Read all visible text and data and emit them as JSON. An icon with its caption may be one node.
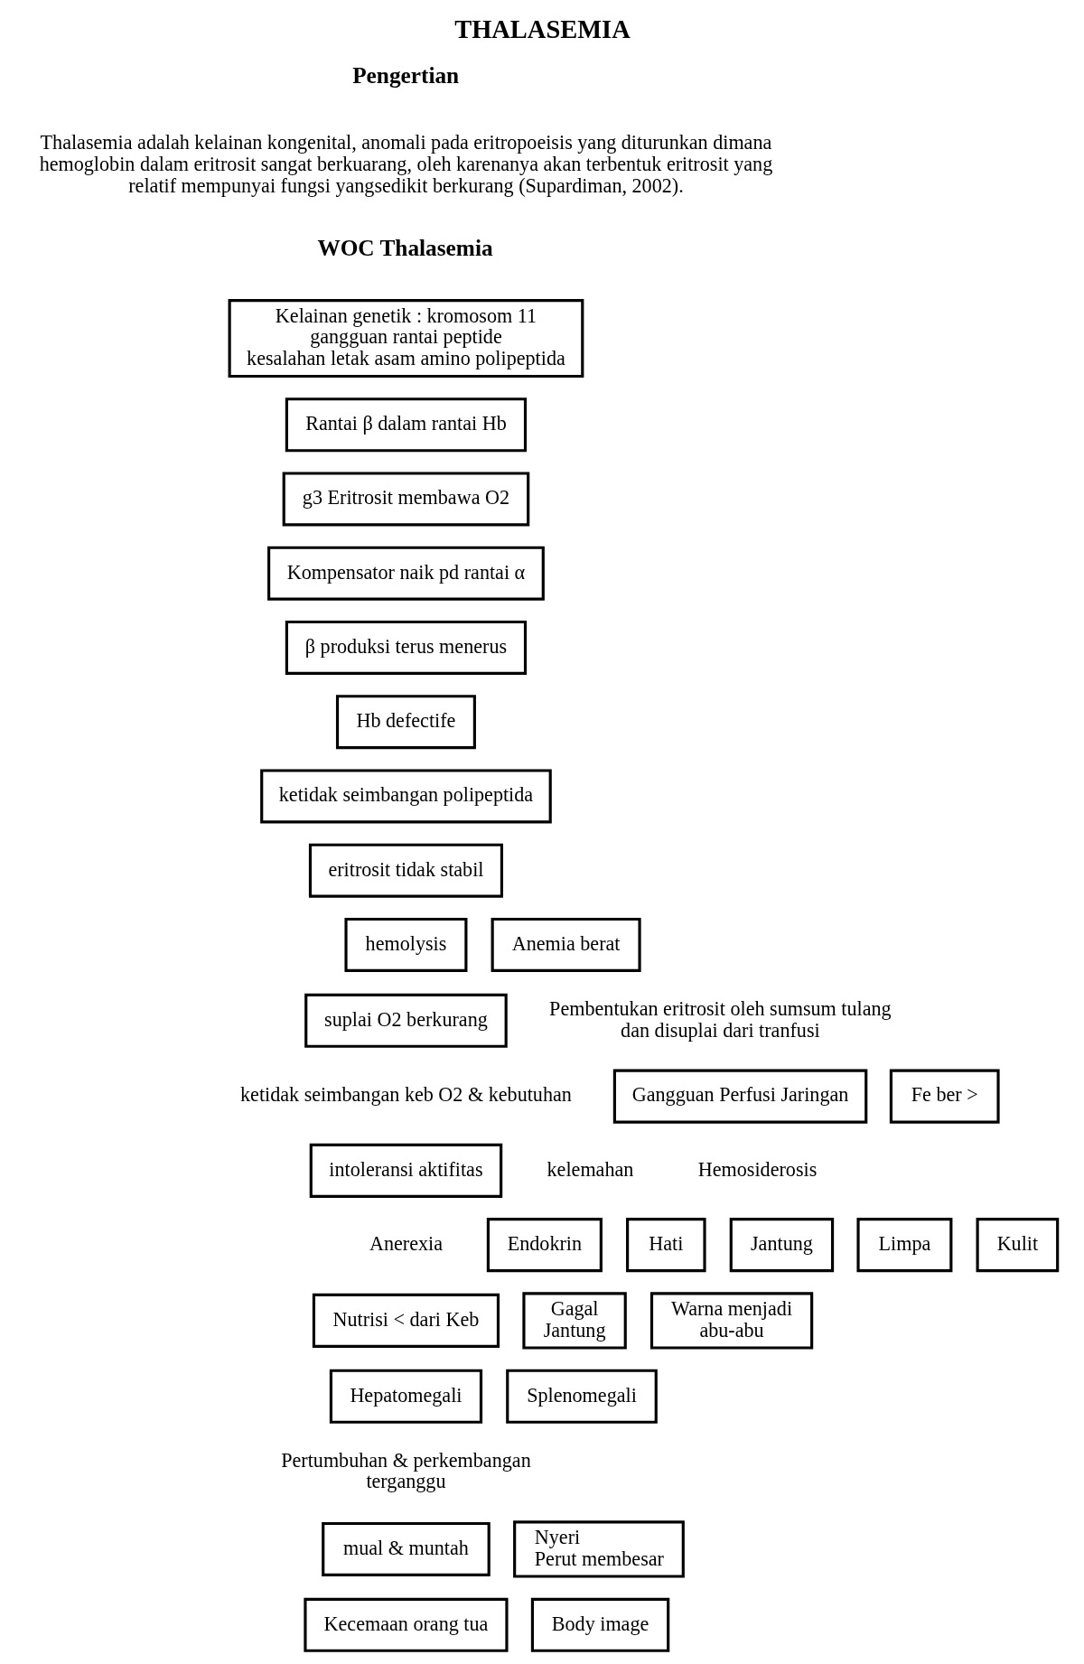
{
  "diagram": {
    "title": "THALASEMIA",
    "nodes": [
      {
        "text": [
          "Kelainan genetik : kromosom 11",
          "gangguan rantai peptide",
          "kesalahan letak asam amino polipeptida"
        ]
      },
      {
        "text": [
          "Rantai β dalam rantai Hb"
        ]
      },
      {
        "text": [
          "g3 Eritrosit membawa O2"
        ]
      },
      {
        "text": [
          "Kompensator naik pd rantai α"
        ]
      },
      {
        "text": [
          "β produksi terus menerus"
        ]
      },
      {
        "text": [
          "Hb defectife"
        ]
      },
      {
        "text": [
          "ketidak seimbangan polipeptida"
        ]
      },
      {
        "text": [
          "eritrosit tidak stabil"
        ]
      },
      {
        "text": [
          "hemolysis"
        ]
      },
      {
        "text": [
          "Anemia berat"
        ]
      },
      {
        "text": [
          "suplai O2 berkurang"
        ]
      },
      {
        "text": [
          "Gangguan Perfusi Jaringan"
        ]
      },
      {
        "text": [
          "Fe ber >"
        ]
      },
      {
        "text": [
          "intoleransi aktifitas"
        ]
      },
      {
        "text": [
          "Endokrin"
        ]
      },
      {
        "text": [
          "Hati"
        ]
      },
      {
        "text": [
          "Jantung"
        ]
      },
      {
        "text": [
          "Limpa"
        ]
      },
      {
        "text": [
          "Kulit"
        ]
      },
      {
        "text": [
          "Nutrisi < dari Keb"
        ]
      },
      {
        "text": [
          "Gagal Jantung"
        ]
      },
      {
        "text": [
          "Warna menjadi abu-abu"
        ]
      },
      {
        "text": [
          "Hepatomegali"
        ]
      },
      {
        "text": [
          "Splenomegali"
        ]
      },
      {
        "text": [
          "mual & muntah"
        ]
      },
      {
        "text": [
          "Nyeri",
          "Perut membesar"
        ]
      },
      {
        "text": [
          "Kecemaan orang tua"
        ]
      },
      {
        "text": [
          "Body image"
        ]
      }
    ],
    "labels": [
      "Pengertian",
      "Thalasemia adalah kelainan kongenital, anomali pada eritropoeisis yang diturunkan dimana hemoglobin dalam eritrosit sangat berkuarang, oleh karenanya akan terbentuk eritrosit yang relatif mempunyai fungsi yangsedikit berkurang (Supardiman, 2002).",
      "WOC Thalasemia",
      "Pembentukan eritrosit oleh sumsum tulang dan disuplai dari tranfusi",
      "ketidak seimbangan keb O2 & kebutuhan",
      "kelemahan",
      "Hemosiderosis",
      "Anerexia",
      "Pertumbuhan & perkembangan terganggu"
    ]
  }
}
